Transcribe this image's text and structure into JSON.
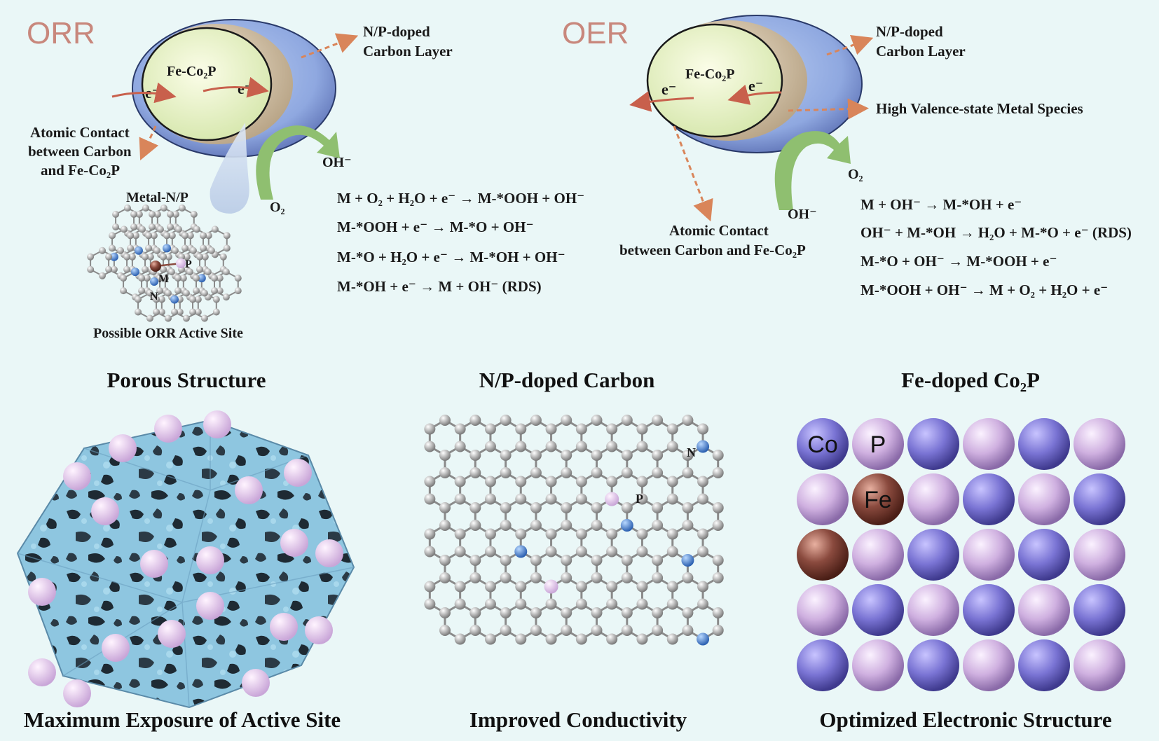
{
  "orr": {
    "title": "ORR",
    "core_label": "Fe-Co₂P",
    "electron": "e⁻",
    "layer_label_1": "N/P-doped",
    "layer_label_2": "Carbon Layer",
    "contact_1": "Atomic Contact",
    "contact_2": "between Carbon",
    "contact_3": "and Fe-Co₂P",
    "metal_np": "Metal-N/P",
    "o2": "O₂",
    "oh": "OH⁻",
    "site_M": "M",
    "site_P": "P",
    "site_N": "N",
    "site_caption": "Possible ORR Active Site",
    "equations": [
      "M + O₂ + H₂O + e⁻  →  M-*OOH + OH⁻",
      "M-*OOH + e⁻  →  M-*O + OH⁻",
      "M-*O + H₂O + e⁻  →  M-*OH + OH⁻",
      "M-*OH + e⁻  →  M + OH⁻  (RDS)"
    ]
  },
  "oer": {
    "title": "OER",
    "core_label": "Fe-Co₂P",
    "electron": "e⁻",
    "layer_label_1": "N/P-doped",
    "layer_label_2": "Carbon Layer",
    "high_valence": "High Valence-state Metal Species",
    "o2": "O₂",
    "oh": "OH⁻",
    "contact_1": "Atomic Contact",
    "contact_2": "between Carbon and Fe-Co₂P",
    "equations": [
      "M + OH⁻  →  M-*OH + e⁻",
      "OH⁻ + M-*OH  →  H₂O + M-*O + e⁻  (RDS)",
      "M-*O + OH⁻  →  M-*OOH + e⁻",
      "M-*OOH + OH⁻  →  M + O₂ + H₂O + e⁻"
    ]
  },
  "panels": [
    {
      "title": "Porous Structure",
      "caption": "Maximum Exposure of Active Site"
    },
    {
      "title": "N/P-doped Carbon",
      "caption": "Improved Conductivity",
      "atom_N": "N",
      "atom_P": "P"
    },
    {
      "title": "Fe-doped Co₂P",
      "caption": "Optimized Electronic Structure",
      "atom_Co": "Co",
      "atom_P": "P",
      "atom_Fe": "Fe"
    }
  ],
  "colors": {
    "background": "#eaf7f7",
    "carbon_layer": "#8fa8e0",
    "core": "#eef5d0",
    "arrow_orange": "#d9855a",
    "arrow_green": "#8fbf70",
    "polyhedron": "#8ec6e0",
    "phosphorus": "#d8bce4",
    "cobalt": "#7a74d4",
    "iron": "#8a4a3e",
    "nitrogen": "#3f7fd0",
    "carbon_atom": "#9a9a9a"
  }
}
